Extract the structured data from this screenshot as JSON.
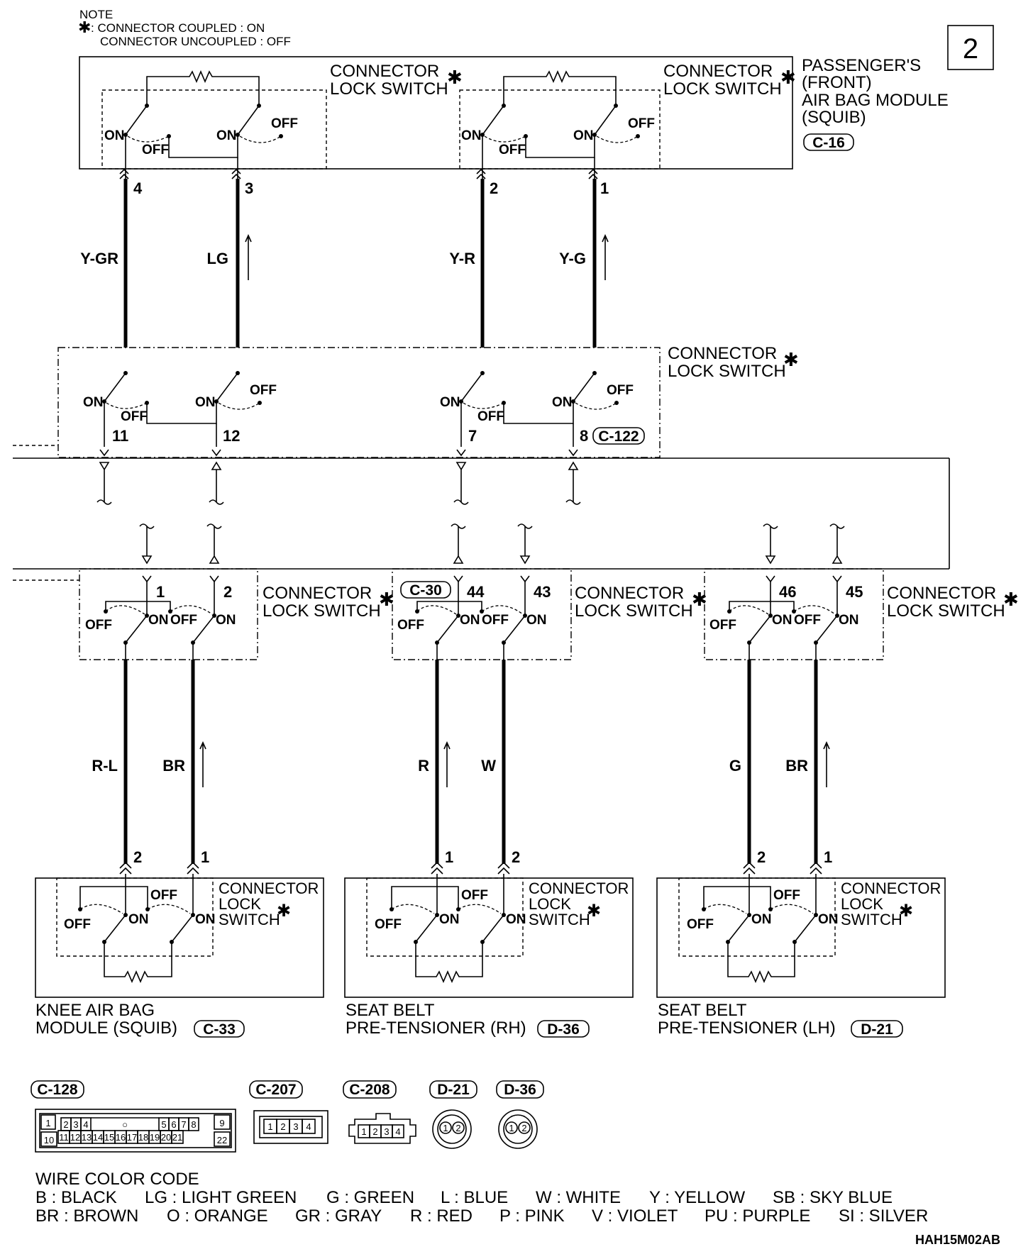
{
  "note": {
    "title": "NOTE",
    "star": "✱",
    "line1": ": CONNECTOR COUPLED : ON",
    "line2": "CONNECTOR UNCOUPLED : OFF"
  },
  "page_number": "2",
  "labels": {
    "connector": "CONNECTOR",
    "lock": "LOCK",
    "switch": "SWITCH",
    "lock_switch": "LOCK SWITCH",
    "star": "✱",
    "on": "ON",
    "off": "OFF"
  },
  "passenger_module": {
    "name_lines": [
      "PASSENGER'S",
      "(FRONT)",
      "AIR BAG MODULE",
      "(SQUIB)"
    ],
    "connector_id": "C-16",
    "pins": [
      "4",
      "3",
      "2",
      "1"
    ]
  },
  "wires_top": [
    {
      "color": "Y-GR",
      "arrow": false
    },
    {
      "color": "LG",
      "arrow": true
    },
    {
      "color": "Y-R",
      "arrow": false
    },
    {
      "color": "Y-G",
      "arrow": true
    }
  ],
  "connector_c122": {
    "id": "C-122",
    "pins": [
      "11",
      "12",
      "7",
      "8"
    ]
  },
  "connector_c30": {
    "id": "C-30",
    "pins": [
      "1",
      "2",
      "44",
      "43",
      "46",
      "45"
    ]
  },
  "wires_bottom": [
    {
      "color": "R-L",
      "arrow": false
    },
    {
      "color": "BR",
      "arrow": true
    },
    {
      "color": "R",
      "arrow": true
    },
    {
      "color": "W",
      "arrow": false
    },
    {
      "color": "G",
      "arrow": false
    },
    {
      "color": "BR",
      "arrow": true
    }
  ],
  "bottom_modules": [
    {
      "line1": "KNEE AIR BAG",
      "line2": "MODULE (SQUIB)",
      "connector_id": "C-33",
      "pins": [
        "2",
        "1"
      ]
    },
    {
      "line1": "SEAT BELT",
      "line2": "PRE-TENSIONER (RH)",
      "connector_id": "D-36",
      "pins": [
        "1",
        "2"
      ]
    },
    {
      "line1": "SEAT BELT",
      "line2": "PRE-TENSIONER (LH)",
      "connector_id": "D-21",
      "pins": [
        "2",
        "1"
      ]
    }
  ],
  "connector_views": [
    {
      "id": "C-128",
      "row1": [
        "1",
        "2",
        "3",
        "4",
        "○",
        "5",
        "6",
        "7",
        "8",
        "9"
      ],
      "row2": [
        "10",
        "11",
        "12",
        "13",
        "14",
        "15",
        "16",
        "17",
        "18",
        "19",
        "20",
        "21",
        "22"
      ]
    },
    {
      "id": "C-207",
      "pins": [
        "1",
        "2",
        "3",
        "4"
      ]
    },
    {
      "id": "C-208",
      "pins": [
        "1",
        "2",
        "3",
        "4"
      ]
    },
    {
      "id": "D-21",
      "pins": [
        "1",
        "2"
      ]
    },
    {
      "id": "D-36",
      "pins": [
        "1",
        "2"
      ]
    }
  ],
  "wire_color_code": {
    "title": "WIRE COLOR CODE",
    "row1": [
      "B : BLACK",
      "LG : LIGHT GREEN",
      "G : GREEN",
      "L : BLUE",
      "W : WHITE",
      "Y : YELLOW",
      "SB : SKY BLUE"
    ],
    "row2": [
      "BR : BROWN",
      "O : ORANGE",
      "GR : GRAY",
      "R : RED",
      "P : PINK",
      "V : VIOLET",
      "PU : PURPLE",
      "SI : SILVER"
    ]
  },
  "figure_code": "HAH15M02AB"
}
